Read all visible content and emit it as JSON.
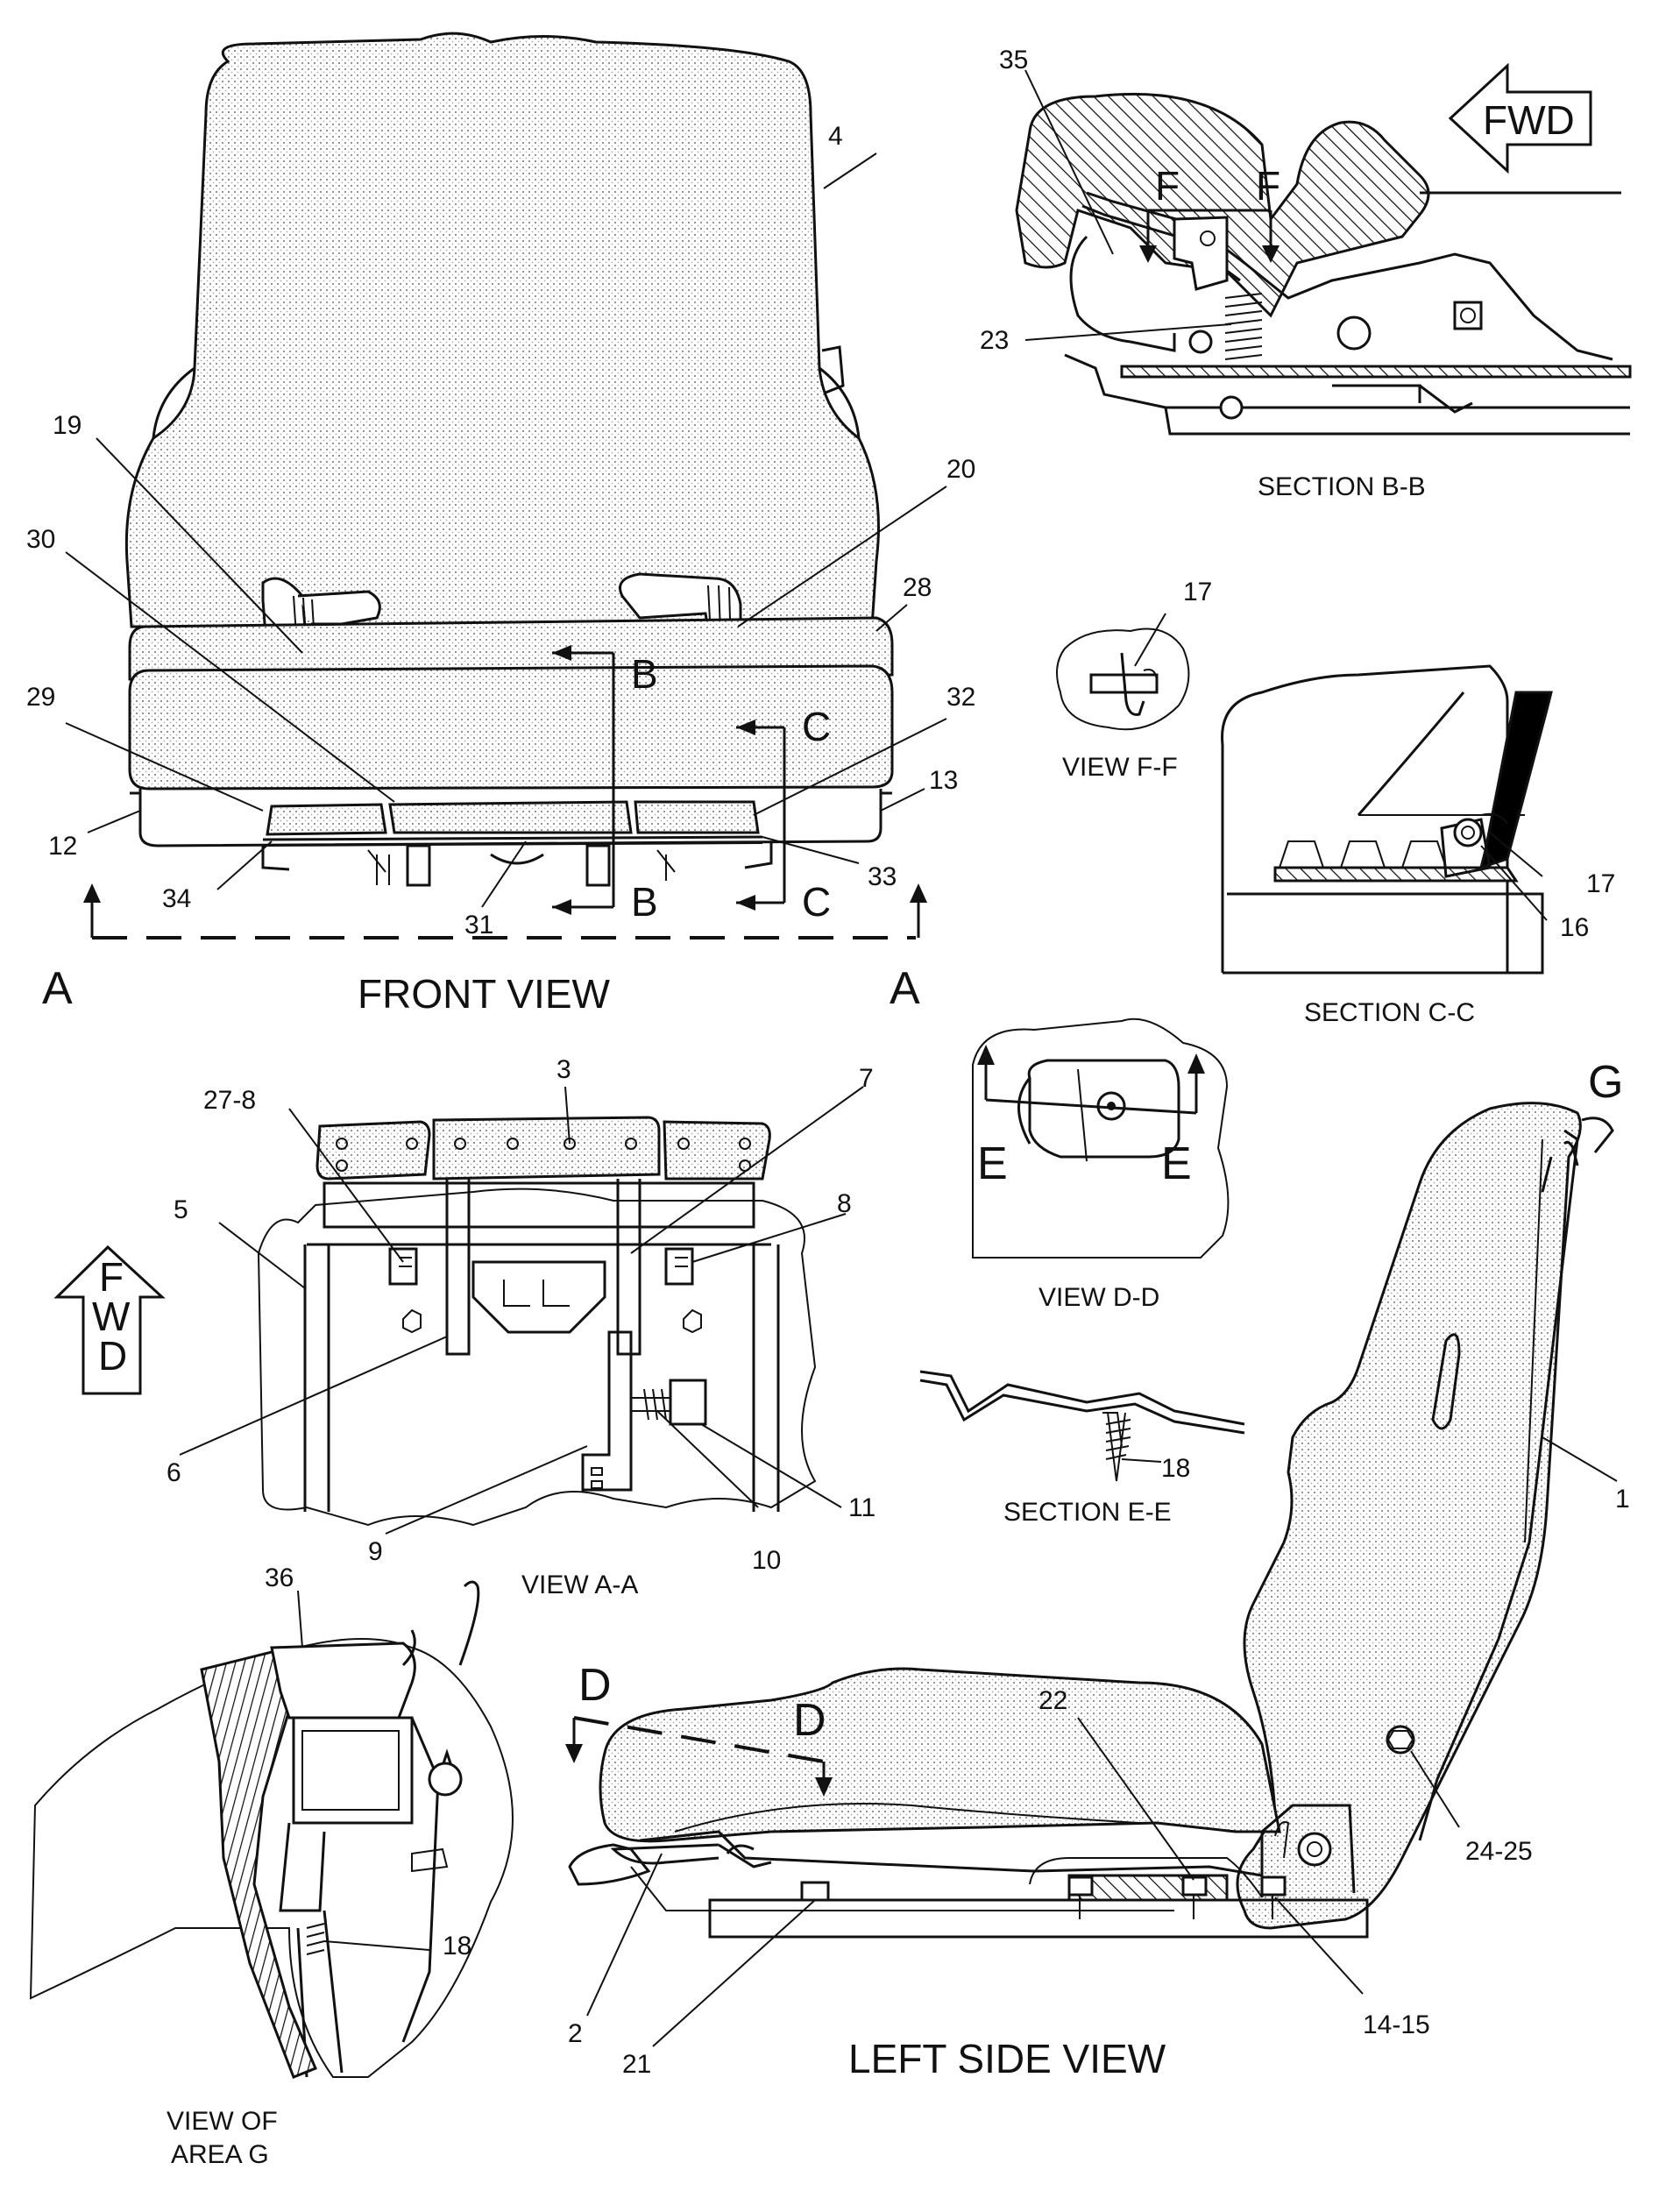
{
  "views": {
    "front_view": "FRONT VIEW",
    "section_bb": "SECTION B-B",
    "view_ff": "VIEW F-F",
    "section_cc": "SECTION C-C",
    "view_aa": "VIEW A-A",
    "view_dd": "VIEW D-D",
    "section_ee": "SECTION E-E",
    "view_area_g_1": "VIEW OF",
    "view_area_g_2": "AREA G",
    "left_side_view": "LEFT SIDE VIEW"
  },
  "section_marks": {
    "a": "A",
    "b": "B",
    "c": "C",
    "d": "D",
    "e": "E",
    "f": "F",
    "g": "G"
  },
  "arrows": {
    "fwd_horizontal": "FWD",
    "fwd_v1": "F",
    "fwd_v2": "W",
    "fwd_v3": "D"
  },
  "callouts": {
    "c1": "1",
    "c2": "2",
    "c3": "3",
    "c4": "4",
    "c5": "5",
    "c6": "6",
    "c7": "7",
    "c8": "8",
    "c9": "9",
    "c10": "10",
    "c11": "11",
    "c12": "12",
    "c13": "13",
    "c14_15": "14-15",
    "c16": "16",
    "c17a": "17",
    "c17b": "17",
    "c18a": "18",
    "c18b": "18",
    "c19": "19",
    "c20": "20",
    "c21": "21",
    "c22": "22",
    "c23": "23",
    "c24_25": "24-25",
    "c27_8": "27-8",
    "c28": "28",
    "c29": "29",
    "c30": "30",
    "c31": "31",
    "c32": "32",
    "c33": "33",
    "c34": "34",
    "c35": "35",
    "c36": "36"
  }
}
